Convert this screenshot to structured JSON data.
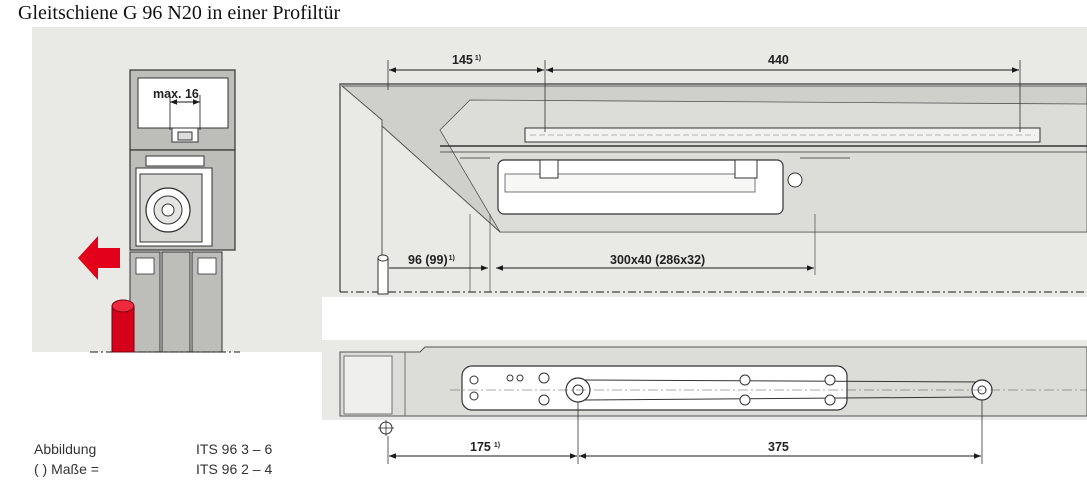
{
  "title": "Gleitschiene G 96 N20 in einer Profiltür",
  "dimensions": {
    "max_label": "max. 16",
    "d145": "145",
    "d440": "440",
    "d96": "96 (99)",
    "d300": "300x40 (286x32)",
    "d175": "175",
    "d375": "375",
    "footnote_mark": "1)"
  },
  "legend": {
    "row1_label": "Abbildung",
    "row1_value": "ITS 96 3 – 6",
    "row2_label": "( ) Maße =",
    "row2_value": "ITS 96 2 – 4"
  },
  "colors": {
    "panel_bg": "#e9e9e6",
    "frame_gray": "#b8b8b5",
    "arrow_red": "#e3001b",
    "line": "#1a1a1a"
  },
  "icons": {
    "direction_arrow": "red-left-arrow-icon",
    "door_stop": "red-door-stop-icon"
  }
}
